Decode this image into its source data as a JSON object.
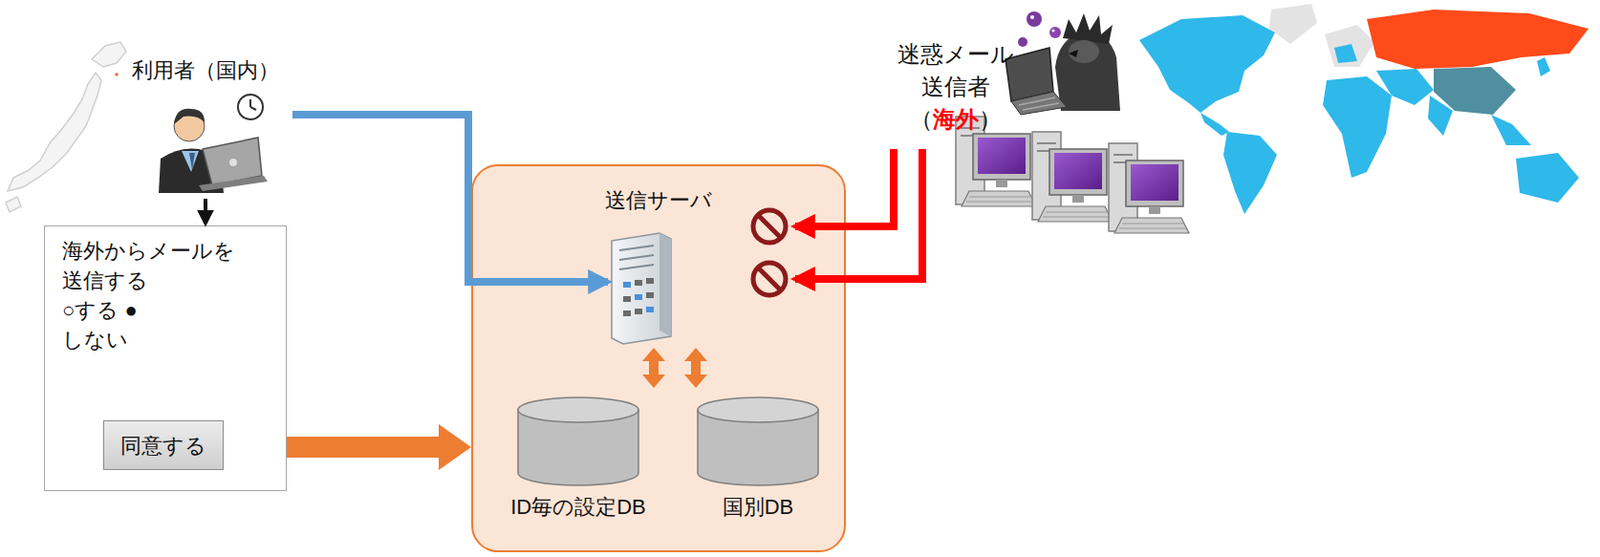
{
  "diagram": {
    "nodes": [
      {
        "text": [
          "利用者（国内）"
        ]
      },
      {
        "text": [
          "海外からメールを 送信する",
          "○する ●しない"
        ]
      },
      {
        "text": [
          "同意する"
        ],
        "in": 1
      },
      {
        "text": [
          "送信サーバ"
        ]
      },
      {
        "text": [
          "ID毎の設定DB"
        ],
        "in": 3
      },
      {
        "text": [
          "国別DB"
        ],
        "in": 3
      },
      {
        "text": [
          "迷惑メール 送信者",
          "（",
          "海外",
          "）"
        ]
      }
    ],
    "edges": [
      {
        "from": 0,
        "to": 1,
        "arrow": "to"
      },
      {
        "from": 0,
        "to": 3,
        "arrow": "to"
      },
      {
        "from": 1,
        "to": 3,
        "arrow": "to"
      },
      {
        "from": 6,
        "to": 3,
        "arrow": "to"
      },
      {
        "from": 6,
        "to": 3,
        "arrow": "to"
      }
    ]
  }
}
